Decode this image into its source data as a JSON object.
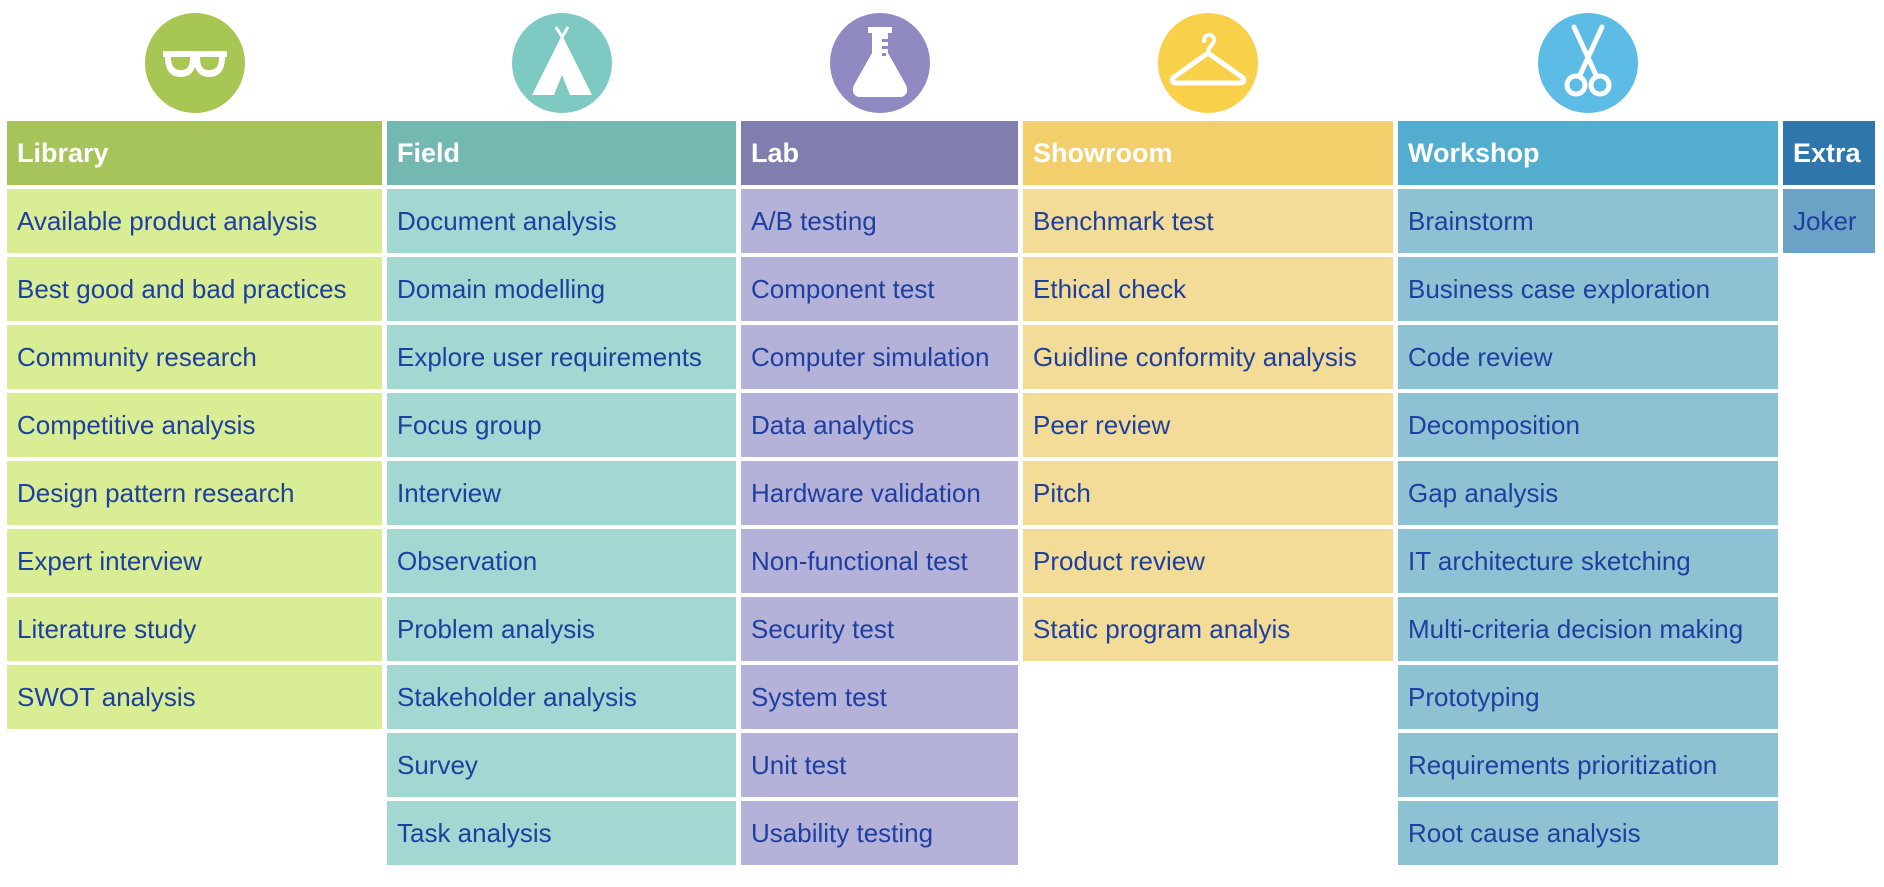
{
  "columns": [
    {
      "title": "Library",
      "icon": "glasses-icon",
      "colors": {
        "icon": "#a8c653",
        "header": "#a7c45a",
        "cell": "#d8ed94"
      },
      "items": [
        "Available product analysis",
        "Best good and bad practices",
        "Community research",
        "Competitive analysis",
        "Design pattern research",
        "Expert interview",
        "Literature study",
        "SWOT analysis"
      ]
    },
    {
      "title": "Field",
      "icon": "tent-icon",
      "colors": {
        "icon": "#7fc9c3",
        "header": "#73b9b2",
        "cell": "#a2d7d2"
      },
      "items": [
        "Document analysis",
        "Domain modelling",
        "Explore user requirements",
        "Focus group",
        "Interview",
        "Observation",
        "Problem analysis",
        "Stakeholder analysis",
        "Survey",
        "Task analysis"
      ]
    },
    {
      "title": "Lab",
      "icon": "flask-icon",
      "colors": {
        "icon": "#8f8bc2",
        "header": "#807eaf",
        "cell": "#b4b2d8"
      },
      "items": [
        "A/B testing",
        "Component test",
        "Computer simulation",
        "Data analytics",
        "Hardware validation",
        "Non-functional test",
        "Security test",
        "System test",
        "Unit test",
        "Usability testing"
      ]
    },
    {
      "title": "Showroom",
      "icon": "hanger-icon",
      "colors": {
        "icon": "#f9d04a",
        "header": "#f2cf6a",
        "cell": "#f3dc98"
      },
      "items": [
        "Benchmark test",
        "Ethical check",
        "Guidline conformity analysis",
        "Peer review",
        "Pitch",
        "Product review",
        "Static program analyis"
      ]
    },
    {
      "title": "Workshop",
      "icon": "scissors-icon",
      "colors": {
        "icon": "#5dbce6",
        "header": "#52adcf",
        "cell": "#8dc2d2"
      },
      "items": [
        "Brainstorm",
        "Business case exploration",
        "Code review",
        "Decomposition",
        "Gap analysis",
        "IT architecture sketching",
        "Multi-criteria decision making",
        "Prototyping",
        "Requirements prioritization",
        "Root cause analysis"
      ]
    },
    {
      "title": "Extra",
      "icon": "",
      "colors": {
        "icon": "",
        "header": "#2f77aa",
        "cell": "#6aa3c6"
      },
      "items": [
        "Joker"
      ]
    }
  ]
}
